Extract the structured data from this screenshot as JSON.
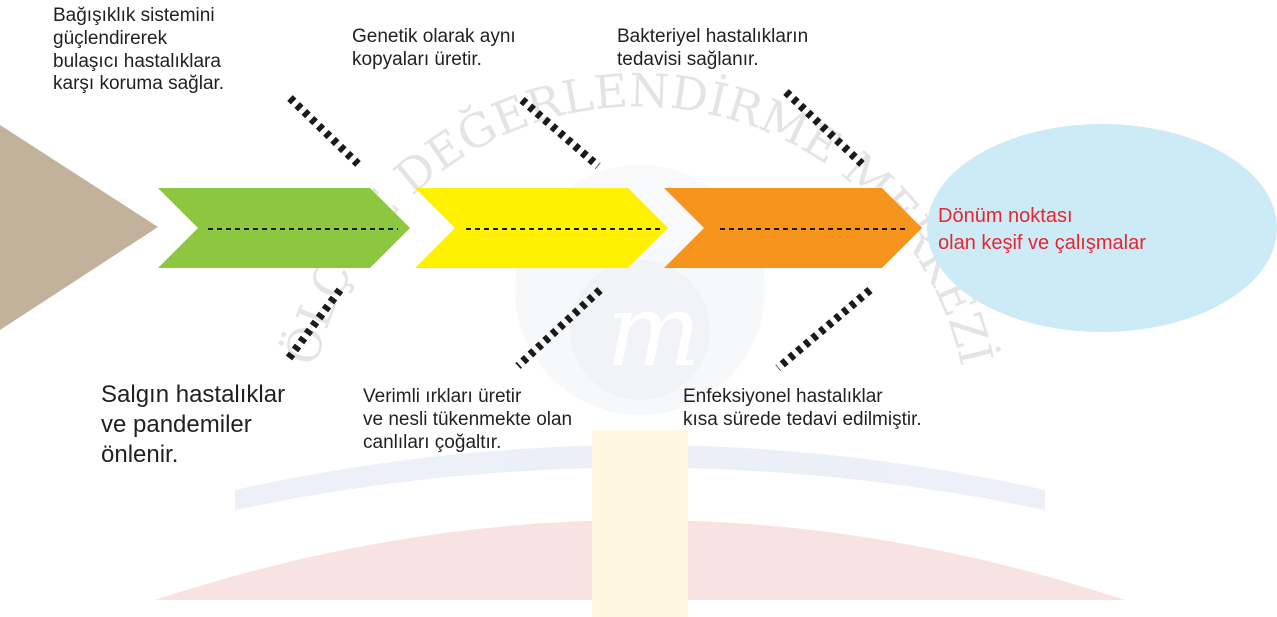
{
  "goal": {
    "text": "Dönüm noktası\nolan keşif ve çalışmalar",
    "text_color": "#e8262d",
    "fill": "#cdeaf7"
  },
  "stages": [
    {
      "fill": "#8dc63f"
    },
    {
      "fill": "#fff200"
    },
    {
      "fill": "#f7941d"
    }
  ],
  "tail_fill": "#c2b19b",
  "labels": {
    "top_1": "Bağışıklık sistemini\ngüçlendirerek\nbulaşıcı hastalıklara\nkarşı koruma sağlar.",
    "top_2": "Genetik olarak aynı\nkopyaları üretir.",
    "top_3": "Bakteriyel hastalıkların\ntedavisi sağlanır.",
    "bottom_1": "Salgın hastalıklar\nve pandemiler\nönlenir.",
    "bottom_2": "Verimli ırkları üretir\nve nesli tükenmekte olan\n canlıları çoğaltır.",
    "bottom_3": "Enfeksiyonel hastalıklar\nkısa sürede tedavi edilmiştir."
  },
  "watermark": {
    "text": "ÖLÇME DEĞERLENDİRME MERKEZİ"
  }
}
